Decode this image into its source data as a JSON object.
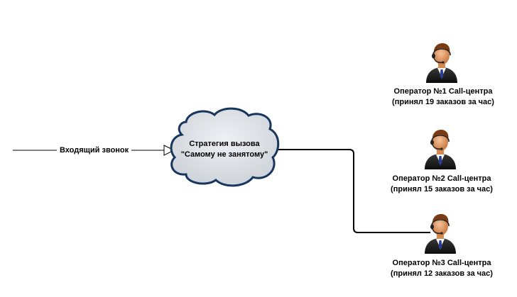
{
  "incoming": {
    "label": "Входящий звонок"
  },
  "strategy": {
    "line1": "Стратегия вызова",
    "line2": "\"Самому не занятому\""
  },
  "operators": [
    {
      "name": "Оператор №1 Call-центра",
      "orders": "(принял 19 заказов за час)",
      "icon": "operator-headset-icon"
    },
    {
      "name": "Оператор №2 Call-центра",
      "orders": "(принял 15 заказов за час)",
      "icon": "operator-headset-icon"
    },
    {
      "name": "Оператор №3 Call-центра",
      "orders": "(принял 12 заказов за час)",
      "icon": "operator-headset-icon"
    }
  ],
  "colors": {
    "cloud_fill": "#d9dde2",
    "cloud_stroke": "#17365d",
    "suit": "#1b1b1b",
    "skin": "#e8a36f",
    "hair": "#7a3a12",
    "tie": "#2a3d8f"
  }
}
